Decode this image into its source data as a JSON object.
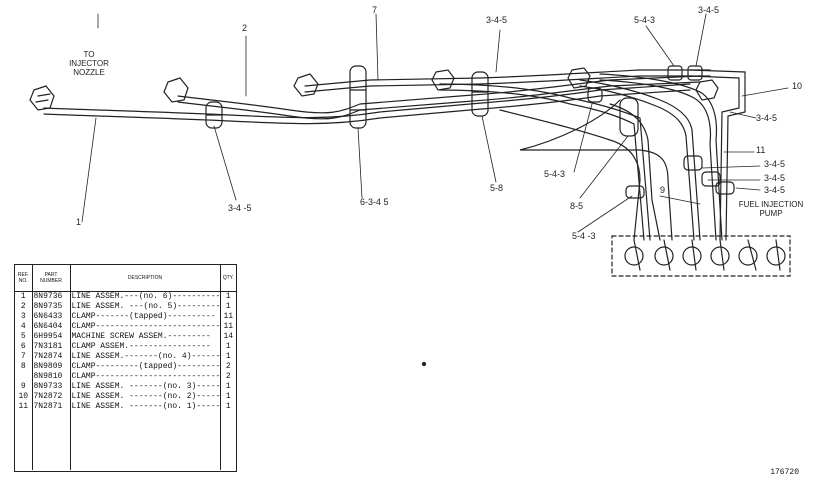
{
  "callouts": [
    {
      "id": "c1",
      "text": "1"
    },
    {
      "id": "c2",
      "text": "2"
    },
    {
      "id": "c7",
      "text": "7"
    },
    {
      "id": "c345a",
      "text": "3-4-5"
    },
    {
      "id": "c543a",
      "text": "5-4-3"
    },
    {
      "id": "c345b",
      "text": "3-4-5"
    },
    {
      "id": "c10",
      "text": "10"
    },
    {
      "id": "c345c",
      "text": "3-4-5"
    },
    {
      "id": "c11",
      "text": "11"
    },
    {
      "id": "c345d",
      "text": "3-4-5"
    },
    {
      "id": "c345e",
      "text": "3-4-5"
    },
    {
      "id": "c345f",
      "text": "3-4-5"
    },
    {
      "id": "c345g",
      "text": "3-4 -5"
    },
    {
      "id": "c6345",
      "text": "6-3-4 5"
    },
    {
      "id": "c58",
      "text": "5-8"
    },
    {
      "id": "c543b",
      "text": "5-4-3"
    },
    {
      "id": "c85",
      "text": "8-5"
    },
    {
      "id": "c9",
      "text": "9"
    },
    {
      "id": "c543c",
      "text": "5-4 -3"
    }
  ],
  "labels": {
    "injector_nozzle": "TO\nINJECTOR\nNOZZLE",
    "fuel_pump": "FUEL INJECTION\nPUMP"
  },
  "parts_table": {
    "headers": {
      "ref": "REF.\nNO.",
      "part": "PART\nNUMBER",
      "desc": "DESCRIPTION",
      "qty": "QTY."
    },
    "rows": [
      {
        "ref": "1",
        "part": "8N9736",
        "desc": "LINE ASSEM.---(no. 6)----------",
        "qty": "1"
      },
      {
        "ref": "2",
        "part": "8N9735",
        "desc": "LINE ASSEM. ---(no. 5)---------",
        "qty": "1"
      },
      {
        "ref": "3",
        "part": "6N6433",
        "desc": "CLAMP-------(tapped)----------",
        "qty": "11"
      },
      {
        "ref": "4",
        "part": "6N6404",
        "desc": "CLAMP---------------------------",
        "qty": "11"
      },
      {
        "ref": "5",
        "part": "6H9954",
        "desc": "MACHINE SCREW ASSEM.---------",
        "qty": "14"
      },
      {
        "ref": "6",
        "part": "7N3181",
        "desc": "CLAMP ASSEM.-----------------",
        "qty": "1"
      },
      {
        "ref": "7",
        "part": "7N2874",
        "desc": "LINE ASSEM.-------(no. 4)------",
        "qty": "1"
      },
      {
        "ref": "8",
        "part": "8N9809",
        "desc": "CLAMP---------(tapped)---------",
        "qty": "2"
      },
      {
        "ref": "",
        "part": "8N9810",
        "desc": "CLAMP---------------------------",
        "qty": "2"
      },
      {
        "ref": "9",
        "part": "8N9733",
        "desc": "LINE ASSEM. -------(no. 3)-------",
        "qty": "1"
      },
      {
        "ref": "10",
        "part": "7N2872",
        "desc": "LINE ASSEM. -------(no. 2)-------",
        "qty": "1"
      },
      {
        "ref": "11",
        "part": "7N2871",
        "desc": "LINE ASSEM. -------(no. 1)-------",
        "qty": "1"
      }
    ]
  },
  "drawing_number": "176720"
}
